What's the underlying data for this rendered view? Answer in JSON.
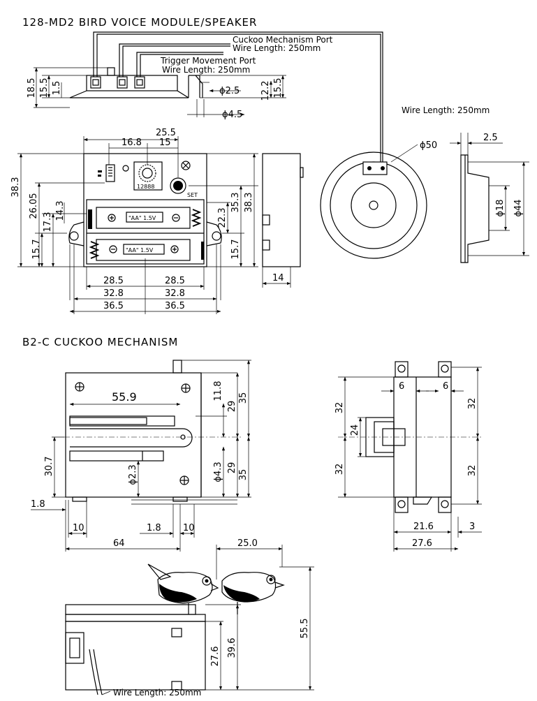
{
  "titles": {
    "module": "128-MD2 BIRD VOICE MODULE/SPEAKER",
    "mechanism": "B2-C CUCKOO MECHANISM"
  },
  "notes": {
    "cuckoo_port": "Cuckoo Mechanism Port",
    "cuckoo_wire": "Wire Length: 250mm",
    "trigger_port": "Trigger Movement Port",
    "trigger_wire": "Wire Length: 250mm",
    "speaker_wire": "Wire Length: 250mm",
    "bottom_wire": "Wire Length: 250mm",
    "battery_label": "\"AA\" 1.5V",
    "battery_label2": "\"AA\" 1.5V",
    "set_label": "SET",
    "counter_label": "12888",
    "plus": "⊕",
    "minus": "⊖"
  },
  "module_dims": {
    "d18_5": "18.5",
    "d15_5": "15.5",
    "d1_5": "1.5",
    "d_phi2_5": "ϕ2.5",
    "d12_2": "12.2",
    "d15_5r": "15.5",
    "d_phi4_5": "ϕ4.5",
    "d25_5": "25.5",
    "d16_8": "16.8",
    "d15": "15",
    "d38_3": "38.3",
    "d26_05": "26.05",
    "d17_3": "17.3",
    "d14_3": "14.3",
    "d15_7": "15.7",
    "d35_3": "35.3",
    "d38_3r": "38.3",
    "d22_3": "22.3",
    "d15_7r": "15.7",
    "d28_5a": "28.5",
    "d28_5b": "28.5",
    "d32_8a": "32.8",
    "d32_8b": "32.8",
    "d36_5a": "36.5",
    "d36_5b": "36.5",
    "d14": "14",
    "d_phi50": "ϕ50",
    "d2_5": "2.5",
    "d_phi18": "ϕ18",
    "d_phi44": "ϕ44"
  },
  "mech_dims": {
    "d55_9": "55.9",
    "d11_8": "11.8",
    "d29a": "29",
    "d35a": "35",
    "d30_7": "30.7",
    "d_phi2_3": "ϕ2.3",
    "d_phi4_3": "ϕ4.3",
    "d29b": "29",
    "d35b": "35",
    "d1_8a": "1.8",
    "d10a": "10",
    "d1_8b": "1.8",
    "d10b": "10",
    "d64": "64",
    "d32a": "32",
    "d24": "24",
    "d32b": "32",
    "d32c": "32",
    "d32d": "32",
    "d6a": "6",
    "d6b": "6",
    "d21_6": "21.6",
    "d3": "3",
    "d27_6": "27.6",
    "d25_0": "25.0",
    "d55_5": "55.5",
    "d39_6": "39.6",
    "d27_6b": "27.6"
  }
}
